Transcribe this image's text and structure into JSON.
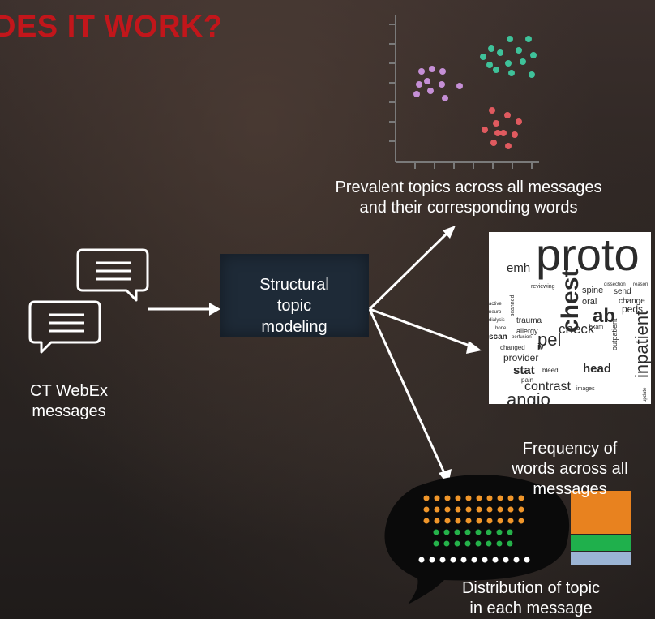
{
  "header": {
    "title": "DES IT WORK?"
  },
  "nodes": {
    "input_label": "CT WebEx\nmessages",
    "process_label": "Structural\ntopic\nmodeling",
    "topics_caption": "Prevalent  topics across all messages\nand their corresponding  words",
    "frequency_caption": "Frequency of\nwords across all\nmessages",
    "distribution_caption": "Distribution of topic\nin each message"
  },
  "icons": [
    "chat-bubbles-icon",
    "arrow-right-icon",
    "scatter-plot-icon",
    "word-cloud-image",
    "dot-matrix-bubble-icon",
    "stacked-bar-icon"
  ],
  "colors": {
    "title": "#c2161b",
    "cluster_purple": "#c58fd6",
    "cluster_teal": "#3fc29a",
    "cluster_red": "#e05a5f",
    "dot_orange": "#f0962a",
    "dot_green": "#25b24a",
    "bar_orange": "#e8821f",
    "bar_green": "#1fb04c",
    "bar_blue": "#9bb4d4"
  },
  "word_cloud": {
    "words": [
      "proto",
      "emh",
      "chest",
      "reviewing",
      "spine",
      "dissection",
      "send",
      "reason",
      "oral",
      "change",
      "scanned",
      "active",
      "neuro",
      "dialysis",
      "bone",
      "trauma",
      "check",
      "ab",
      "peds",
      "allergy",
      "pel",
      "exam",
      "scan",
      "perfusion",
      "changed",
      "iv",
      "provider",
      "stat",
      "bleed",
      "head",
      "pain",
      "contrast",
      "angio",
      "inpatient",
      "outpatient",
      "images",
      "update"
    ]
  }
}
